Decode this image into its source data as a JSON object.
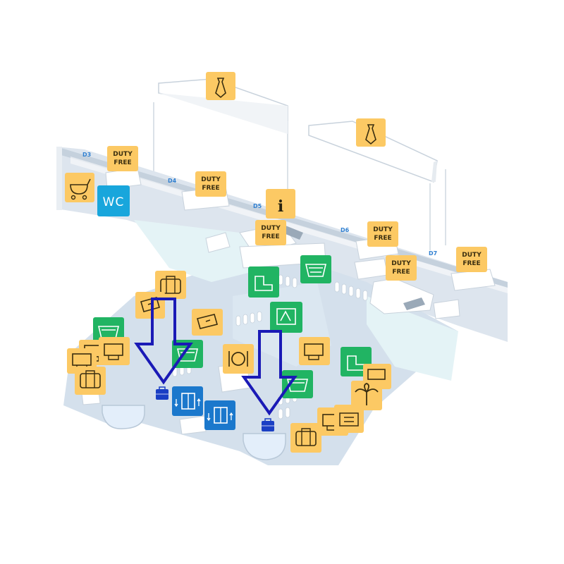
{
  "gates": [
    {
      "id": "D3",
      "label": "D3"
    },
    {
      "id": "D4",
      "label": "D4"
    },
    {
      "id": "D5",
      "label": "D5"
    },
    {
      "id": "D6",
      "label": "D6"
    },
    {
      "id": "D7",
      "label": "D7"
    }
  ],
  "duty_free": {
    "line1": "DUTY",
    "line2": "FREE"
  },
  "wc": {
    "label": "WC"
  },
  "information": {
    "label": "i"
  },
  "colors": {
    "amenity_orange": "#fcc964",
    "service_green": "#21b463",
    "wc_cyan": "#18a6dc",
    "elevator_blue": "#1b78cc",
    "arrow_blue": "#1a1ab6",
    "floor": "#d7e3ee",
    "glass": "#e4f3f6"
  },
  "icons": [
    "necktie-icon",
    "stroller-icon",
    "information-icon",
    "luggage-icon",
    "cash-icon",
    "atm-icon",
    "restaurant-icon",
    "palm-tree-icon",
    "baggage-icon",
    "elevator-icon",
    "shopping-icon",
    "check-in-icon",
    "arrow-down-icon"
  ]
}
